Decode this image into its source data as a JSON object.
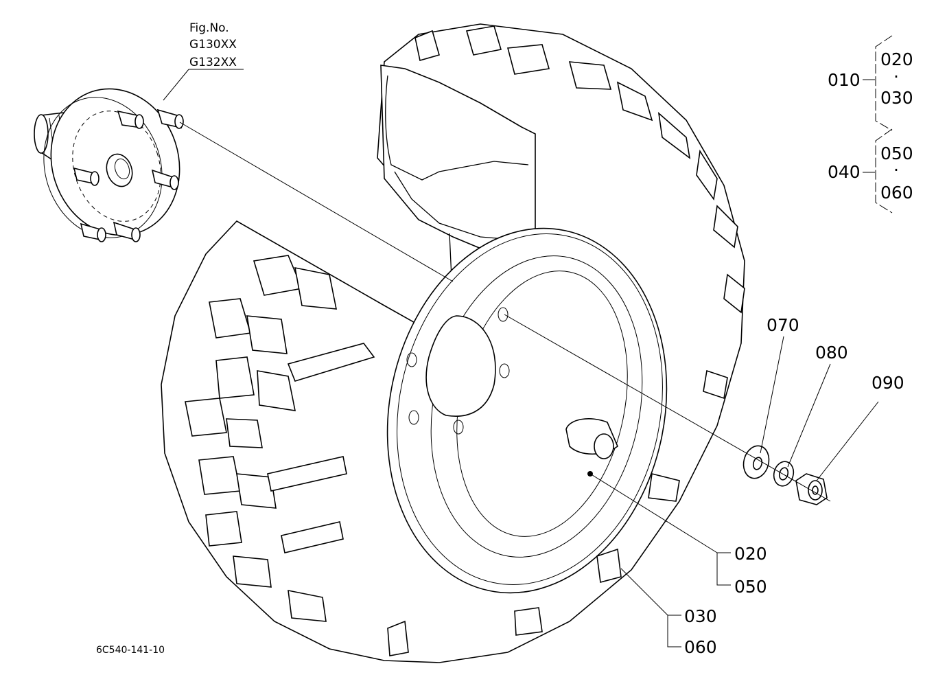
{
  "figure": {
    "header": "Fig.No.",
    "numbers": [
      "G130XX",
      "G132XX"
    ]
  },
  "drawing_code": "6C540-141-10",
  "groups": [
    {
      "main": "010",
      "parts": [
        "020",
        "030"
      ],
      "separator": "·"
    },
    {
      "main": "040",
      "parts": [
        "050",
        "060"
      ],
      "separator": "·"
    }
  ],
  "callouts": {
    "p070": "070",
    "p080": "080",
    "p090": "090",
    "p020": "020",
    "p050": "050",
    "p030": "030",
    "p060": "060"
  },
  "icons": [
    "hub-icon",
    "tire-icon",
    "washer-icon",
    "spring-washer-icon",
    "nut-icon",
    "valve-stem-icon"
  ]
}
